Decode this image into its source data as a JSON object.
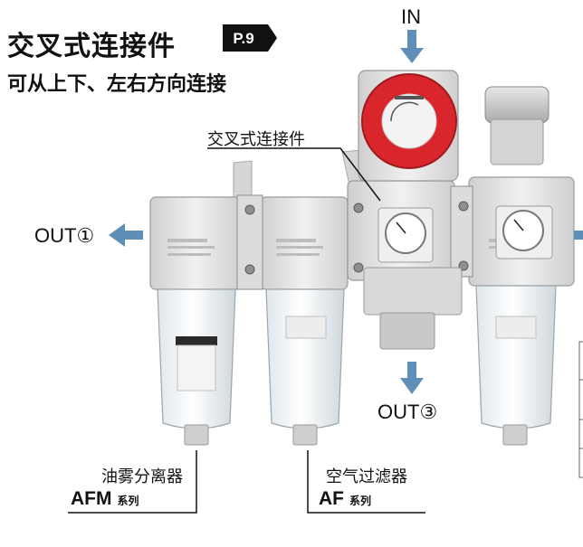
{
  "header": {
    "title": "交叉式连接件",
    "page_ref": "P.9",
    "subtitle": "可从上下、左右方向连接"
  },
  "ports": {
    "in": "IN",
    "out1": "OUT①",
    "out3": "OUT③"
  },
  "callout": {
    "cross_connector": "交叉式连接件"
  },
  "products": [
    {
      "name_cn": "油雾分离器",
      "code": "AFM",
      "series": "系列"
    },
    {
      "name_cn": "空气过滤器",
      "code": "AF",
      "series": "系列"
    }
  ],
  "colors": {
    "arrow": "#5f8eb8",
    "regulator_knob": "#d9262c",
    "body": "#e4e4e4",
    "text": "#111111"
  }
}
